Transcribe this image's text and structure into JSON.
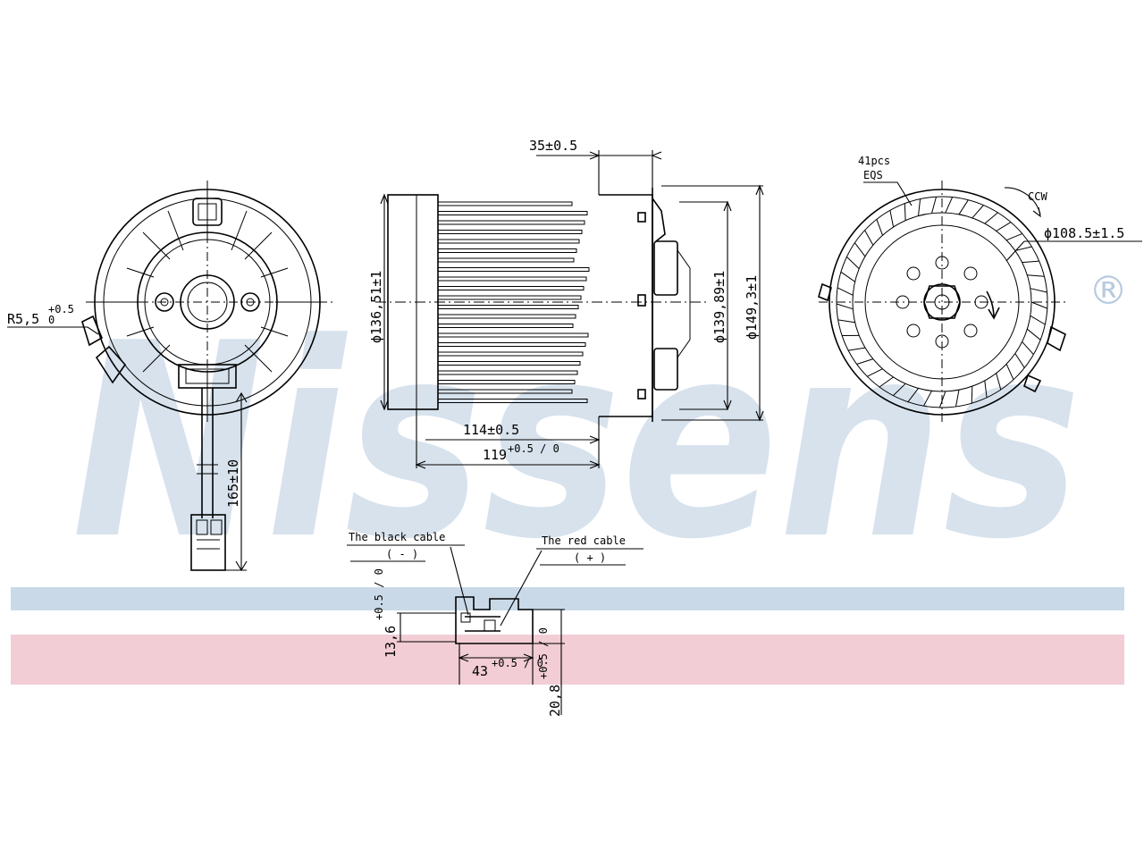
{
  "watermark": {
    "brand": "Nissens",
    "registered": "®",
    "band_top_color": "#c9d9e8",
    "band_bottom_color": "#f2cdd5",
    "text_color": "#b8cbe0"
  },
  "dimensions": {
    "r_radius": "R5,5",
    "r_tol_plus": "+0.5",
    "r_tol_minus": "0",
    "d_fan": "ϕ136,51±1",
    "d_flange": "ϕ139,89±1",
    "d_overall": "ϕ149,3±1",
    "depth_top": "35±0.5",
    "len_114": "114±0.5",
    "len_119": "119",
    "len_119_tol": "+0.5 / 0",
    "cable_len": "165±10",
    "teeth_count": "41pcs",
    "teeth_label": "EQS",
    "rotation": "CCW",
    "d_wheel": "ϕ108.5±1.5",
    "conn_h": "13,6",
    "conn_h_tol": "+0.5 / 0",
    "conn_w": "43",
    "conn_w_tol": "+0.5 / 0",
    "conn_d": "20,8",
    "conn_d_tol": "+0.5 / 0"
  },
  "cables": {
    "black_label": "The black cable",
    "black_sign": "( - )",
    "red_label": "The red cable",
    "red_sign": "( + )"
  }
}
